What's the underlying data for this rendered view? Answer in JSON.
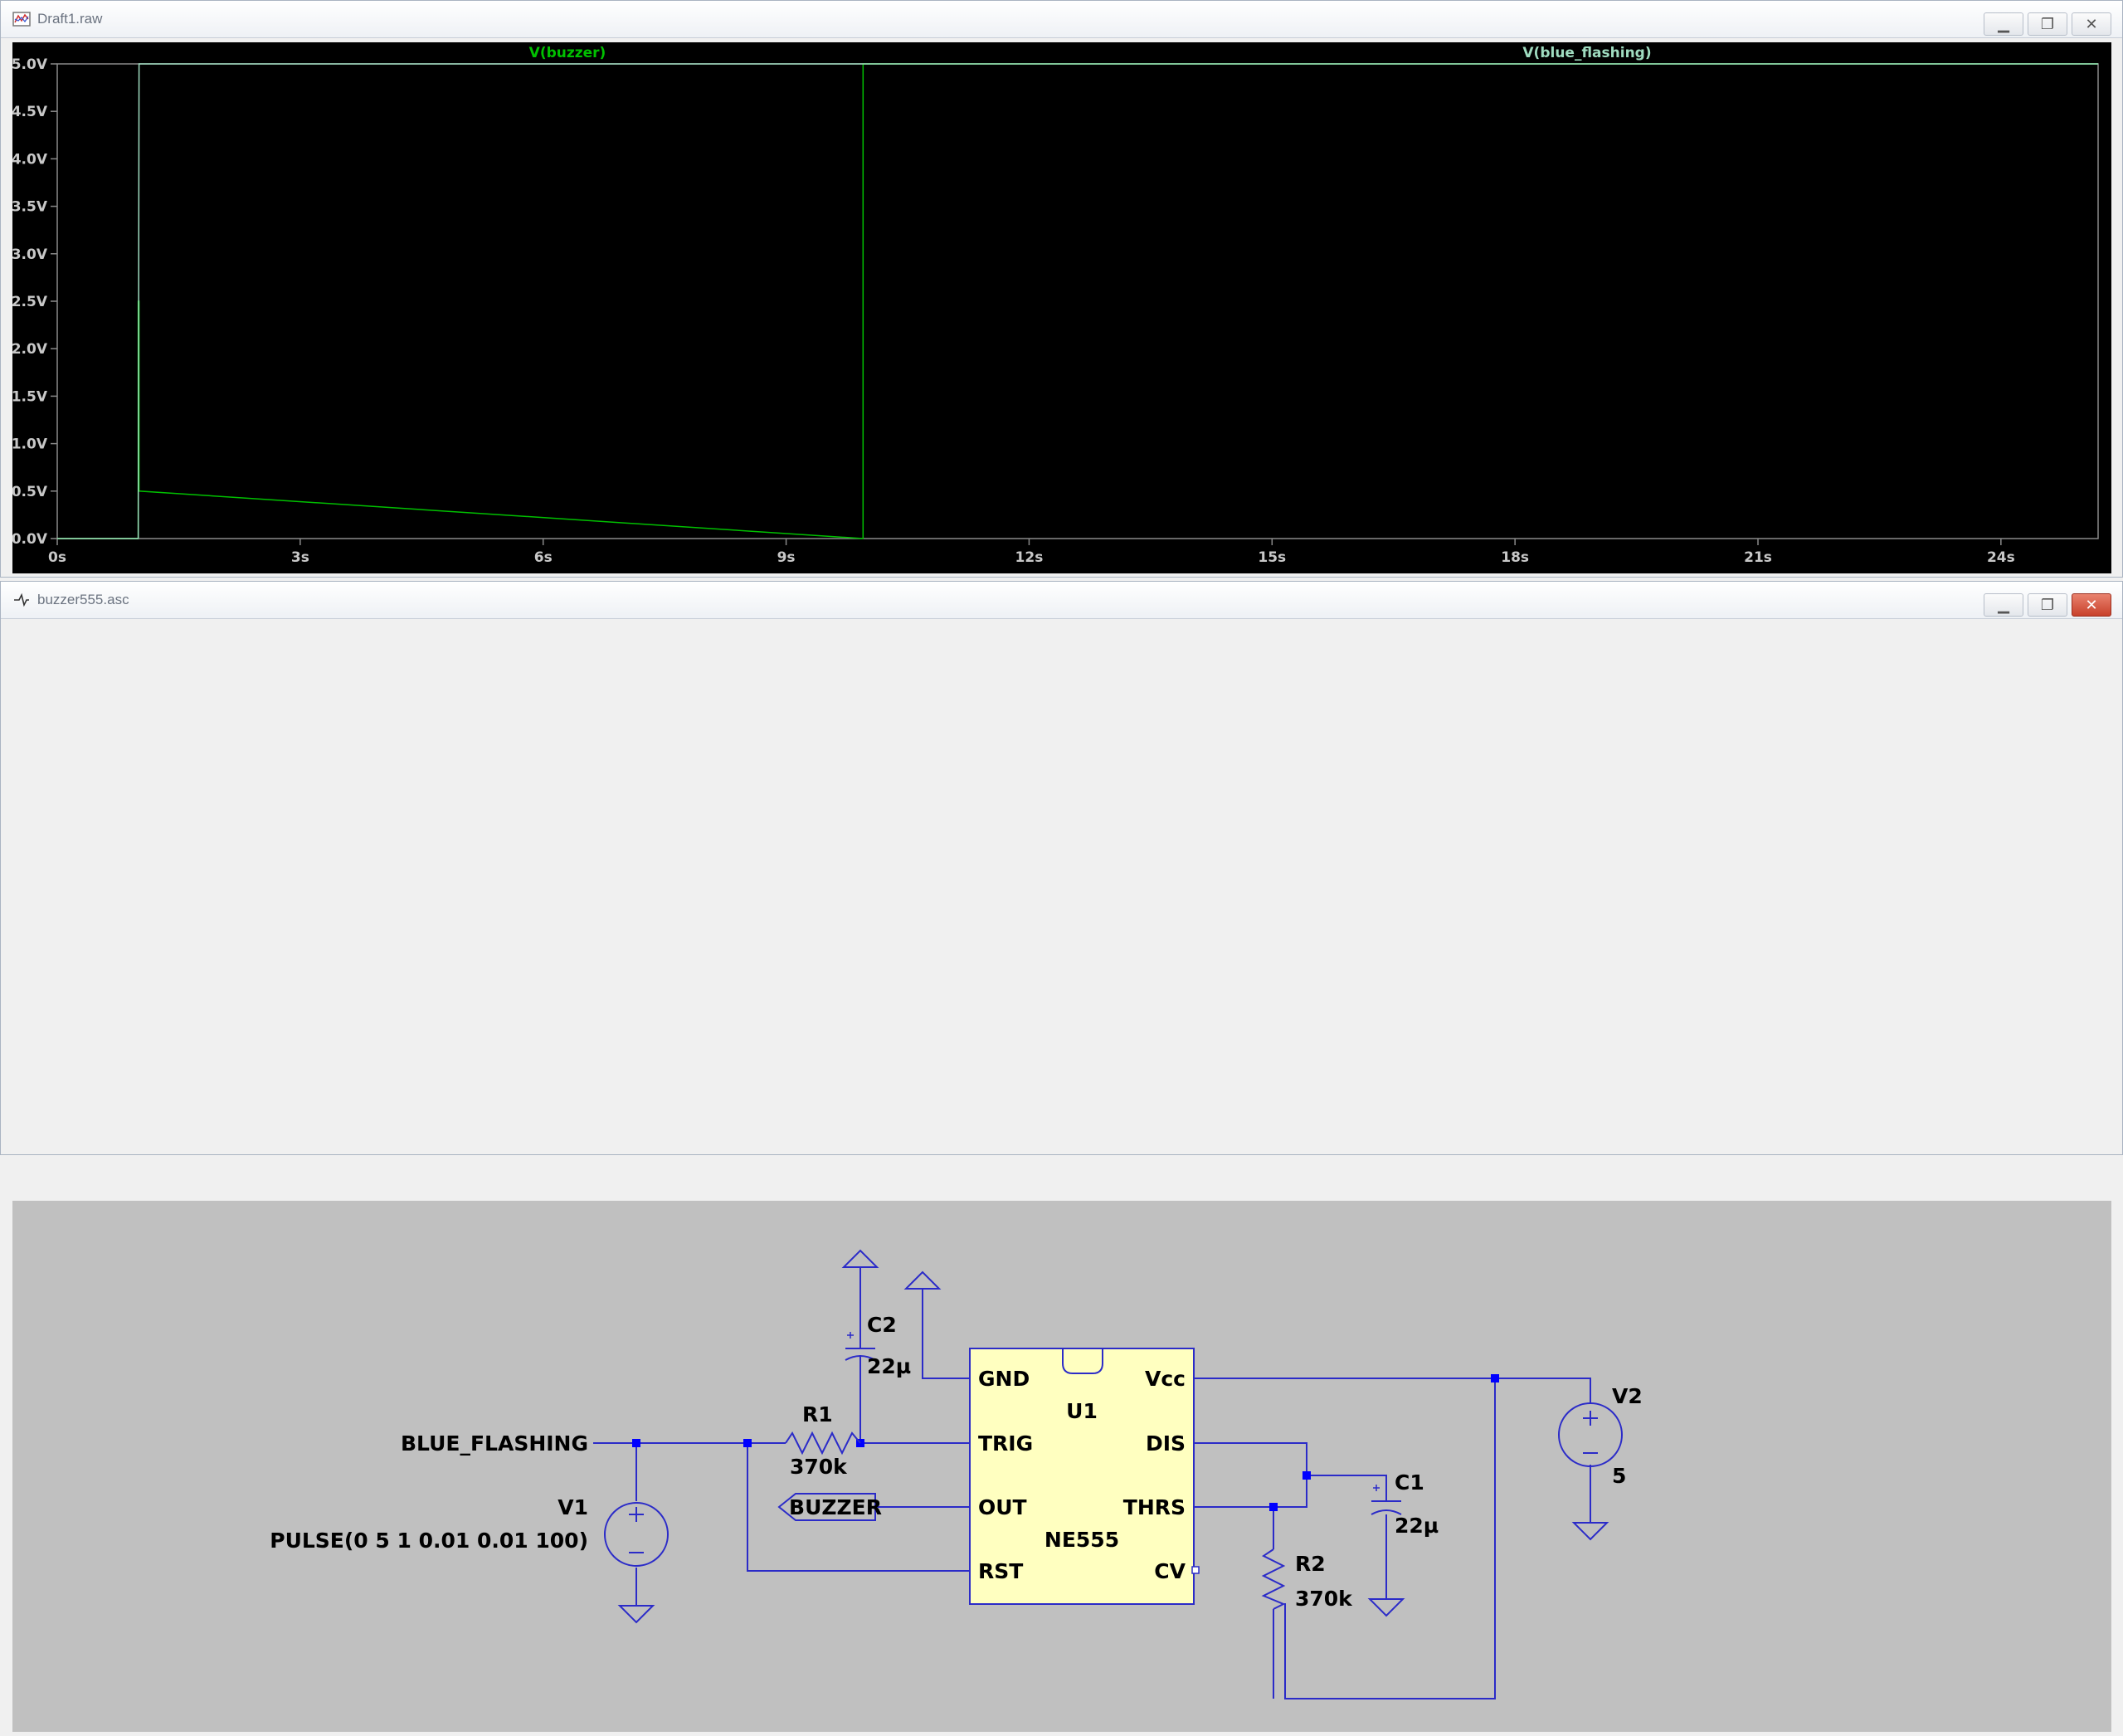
{
  "plot_window": {
    "title": "Draft1.raw",
    "icon": "waveform-icon",
    "trace_labels": [
      "V(buzzer)",
      "V(blue_flashing)"
    ],
    "colors": {
      "background": "#000000",
      "buzzer": "#00c000",
      "blue_flashing": "#9fdcc0",
      "axis": "#8a8a8a"
    }
  },
  "chart_data": {
    "type": "line",
    "xlabel": "",
    "ylabel": "",
    "x_ticks": [
      "0s",
      "3s",
      "6s",
      "9s",
      "12s",
      "15s",
      "18s",
      "21s",
      "24s"
    ],
    "y_ticks": [
      "5.0V",
      "4.5V",
      "4.0V",
      "3.5V",
      "3.0V",
      "2.5V",
      "2.0V",
      "1.5V",
      "1.0V",
      "0.5V",
      "0.0V"
    ],
    "xlim": [
      0,
      25.2
    ],
    "ylim": [
      0,
      5
    ],
    "grid": false,
    "legend": "top",
    "series": [
      {
        "name": "V(buzzer)",
        "x": [
          0,
          1.0,
          1.0,
          1.01,
          1.01,
          9.95,
          9.95,
          25.2
        ],
        "y": [
          0,
          0,
          2.5,
          2.5,
          0.5,
          0,
          5,
          5
        ]
      },
      {
        "name": "V(blue_flashing)",
        "x": [
          0,
          1.0,
          1.01,
          25.2
        ],
        "y": [
          0,
          0,
          5,
          5
        ]
      }
    ]
  },
  "schematic_window": {
    "title": "buzzer555.asc",
    "icon": "schematic-icon",
    "colors": {
      "background": "#c0c0c0",
      "wire": "#2b2bc8",
      "ic_fill": "#ffffc0",
      "junction": "#0000ff"
    },
    "labels": {
      "net_blue": "BLUE_FLASHING",
      "net_buzzer": "BUZZER",
      "v1_name": "V1",
      "v1_value": "PULSE(0 5 1 0.01 0.01 100)",
      "v2_name": "V2",
      "v2_value": "5",
      "r1_name": "R1",
      "r1_value": "370k",
      "r2_name": "R2",
      "r2_value": "370k",
      "c1_name": "C1",
      "c1_value": "22µ",
      "c2_name": "C2",
      "c2_value": "22µ",
      "u1_name": "U1",
      "u1_part": "NE555",
      "pin_gnd": "GND",
      "pin_trig": "TRIG",
      "pin_out": "OUT",
      "pin_rst": "RST",
      "pin_vcc": "Vcc",
      "pin_dis": "DIS",
      "pin_thrs": "THRS",
      "pin_cv": "CV"
    }
  },
  "window_buttons": {
    "minimize": "minimize-icon",
    "restore": "restore-icon",
    "close": "close-icon"
  }
}
